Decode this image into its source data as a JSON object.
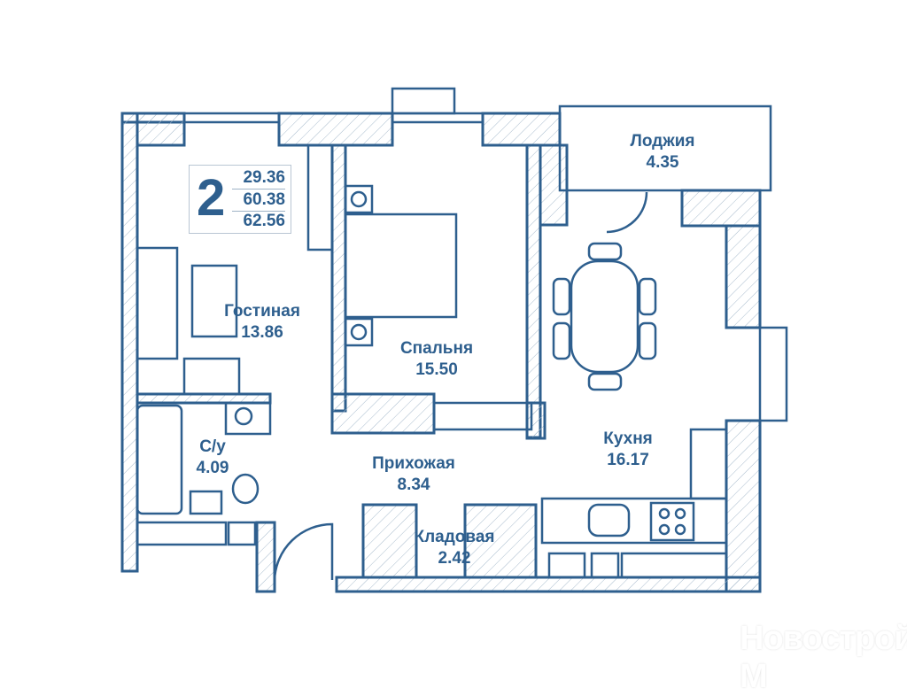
{
  "plan": {
    "rooms_count": "2",
    "areas": {
      "living": "29.36",
      "total": "60.38",
      "total_with_loggia": "62.56"
    }
  },
  "rooms": [
    {
      "name": "Гостиная",
      "area": "13.86"
    },
    {
      "name": "Спальня",
      "area": "15.50"
    },
    {
      "name": "Лоджия",
      "area": "4.35"
    },
    {
      "name": "Кухня",
      "area": "16.17"
    },
    {
      "name": "С/у",
      "area": "4.09"
    },
    {
      "name": "Прихожая",
      "area": "8.34"
    },
    {
      "name": "Кладовая",
      "area": "2.42"
    }
  ],
  "watermark": "Новострой-М",
  "colors": {
    "line": "#2e5f8e",
    "hatch": "#9fb3c6"
  }
}
